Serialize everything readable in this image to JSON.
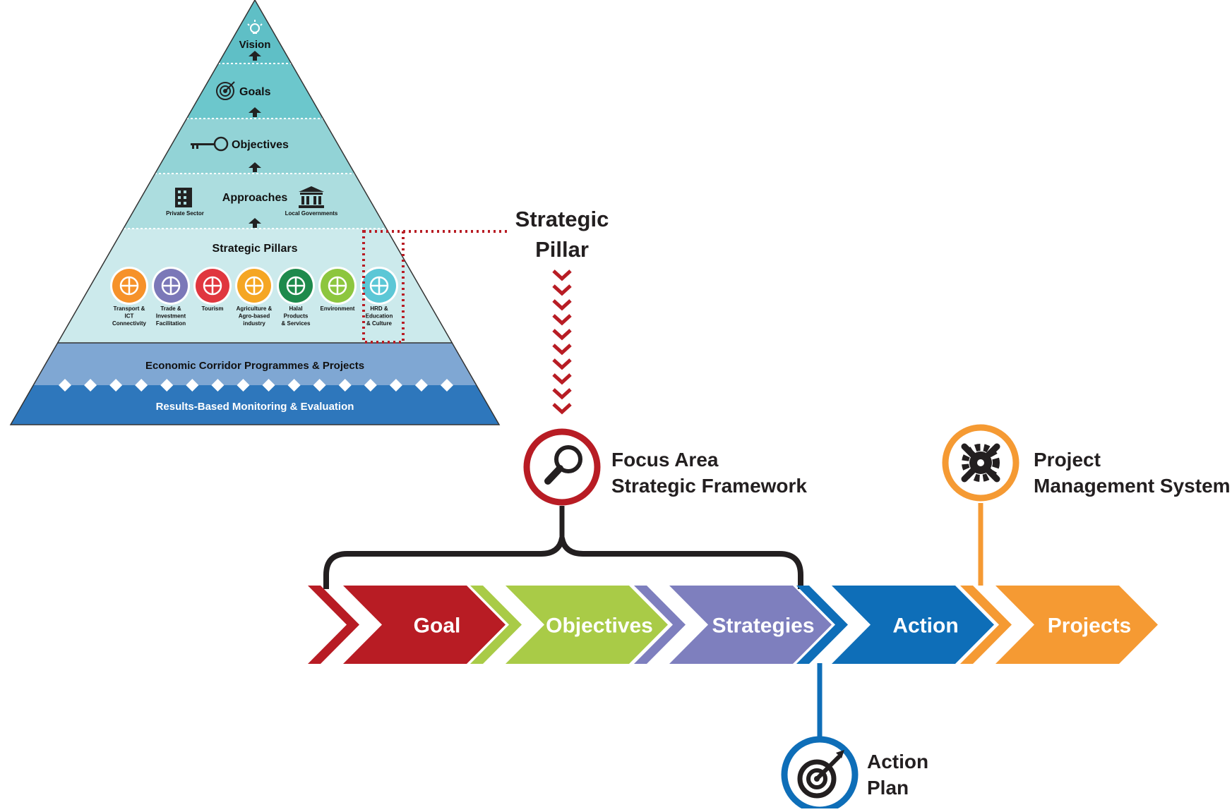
{
  "pyramid": {
    "vision": "Vision",
    "goals": "Goals",
    "objectives": "Objectives",
    "approaches": "Approaches",
    "private_sector": "Private Sector",
    "local_governments": "Local Governments",
    "strategic_pillars": "Strategic Pillars",
    "pillars": [
      {
        "lines": [
          "Transport &",
          "ICT",
          "Connectivity"
        ],
        "color": "#F6922A",
        "icon": "globe-icon"
      },
      {
        "lines": [
          "Trade &",
          "Investment",
          "Facilitation"
        ],
        "color": "#7B78B8",
        "icon": "dollar-exchange-icon"
      },
      {
        "lines": [
          "Tourism"
        ],
        "color": "#E0373F",
        "icon": "handshake-icon"
      },
      {
        "lines": [
          "Agriculture &",
          "Agro-based",
          "industry"
        ],
        "color": "#F5A623",
        "icon": "tractor-icon"
      },
      {
        "lines": [
          "Halal",
          "Products",
          "& Services"
        ],
        "color": "#1E8A4C",
        "icon": "halal-icon"
      },
      {
        "lines": [
          "Environment"
        ],
        "color": "#8DC63F",
        "icon": "leaf-icon"
      },
      {
        "lines": [
          "HRD &",
          "Education",
          "& Culture"
        ],
        "color": "#5CC7D6",
        "icon": "people-icon"
      }
    ],
    "programmes": "Economic Corridor Programmes & Projects",
    "monitoring": "Results-Based Monitoring & Evaluation"
  },
  "callout": {
    "line1": "Strategic",
    "line2": "Pillar"
  },
  "focus_area": {
    "line1": "Focus Area",
    "line2": "Strategic Framework"
  },
  "project_mgmt": {
    "line1": "Project",
    "line2": "Management System"
  },
  "action_plan": {
    "line1": "Action",
    "line2": "Plan"
  },
  "chevrons": [
    {
      "label": "Goal",
      "color": "#B81C24"
    },
    {
      "label": "Objectives",
      "color": "#A9CB47"
    },
    {
      "label": "Strategies",
      "color": "#7E7FBE"
    },
    {
      "label": "Action",
      "color": "#0E6EB8"
    },
    {
      "label": "Projects",
      "color": "#F59A33"
    }
  ],
  "colors": {
    "red": "#B81C24",
    "orange": "#F59A33",
    "blue": "#0E6EB8",
    "dark": "#231F20"
  }
}
